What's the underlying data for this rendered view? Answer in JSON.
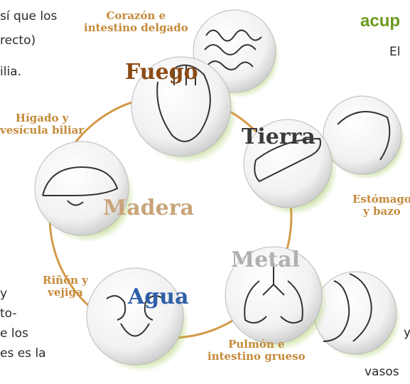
{
  "left_text": {
    "line1": "sí que los",
    "line2": "recto)",
    "line3": "ilia.",
    "line4": "y",
    "line5": "to-",
    "line6": "e los",
    "line7": "es es la"
  },
  "right_text": {
    "heading": "acup",
    "line1": "El",
    "line2": "y",
    "line3": "vasos"
  },
  "labels": {
    "fire_organs": [
      "Corazón e",
      "intestino delgado"
    ],
    "earth_organs": [
      "Estómago",
      "y bazo"
    ],
    "metal_organs": [
      "Pulmón e",
      "intestino grueso"
    ],
    "water_organs": [
      "Riñón y",
      "vejiga"
    ],
    "wood_organs": [
      "Hígado y",
      "vesícula biliar"
    ]
  },
  "elements": {
    "fire": "Fuego",
    "earth": "Tierra",
    "metal": "Metal",
    "water": "Agua",
    "wood": "Madera"
  },
  "colors": {
    "label": "#c58a3a",
    "fire": "#8a4a14",
    "earth": "#3a3a3a",
    "metal": "#b0b0b0",
    "water": "#2f5fa8",
    "wood": "#c9a47a",
    "heading": "#6a9a1f",
    "cycle": "#d49a4a"
  }
}
